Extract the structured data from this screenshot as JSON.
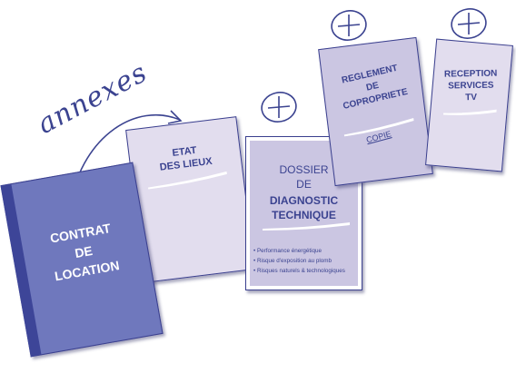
{
  "annexes_label": "annexes",
  "documents": {
    "contrat": {
      "title": "CONTRAT\nDE\nLOCATION"
    },
    "etat": {
      "title": "ETAT\nDES LIEUX"
    },
    "dossier": {
      "title_line1": "DOSSIER\nDE",
      "title_line2": "DIAGNOSTIC\nTECHNIQUE",
      "bullets": [
        "• Performance énergétique",
        "• Risque d'exposition au plomb",
        "• Risques naturels & technologiques"
      ]
    },
    "reglement": {
      "title": "REGLEMENT\nDE\nCOPROPRIETE",
      "copie": "COPIE"
    },
    "reception": {
      "title": "RECEPTION\nSERVICES\nTV"
    }
  },
  "colors": {
    "ink": "#3b4390",
    "contrat_fill": "#6f78bd",
    "light_card": "#e2ddee",
    "mid_card": "#cbc6e2"
  },
  "icons": [
    "plus-circle-icon",
    "plus-circle-icon",
    "plus-circle-icon",
    "curved-arrow-icon"
  ]
}
